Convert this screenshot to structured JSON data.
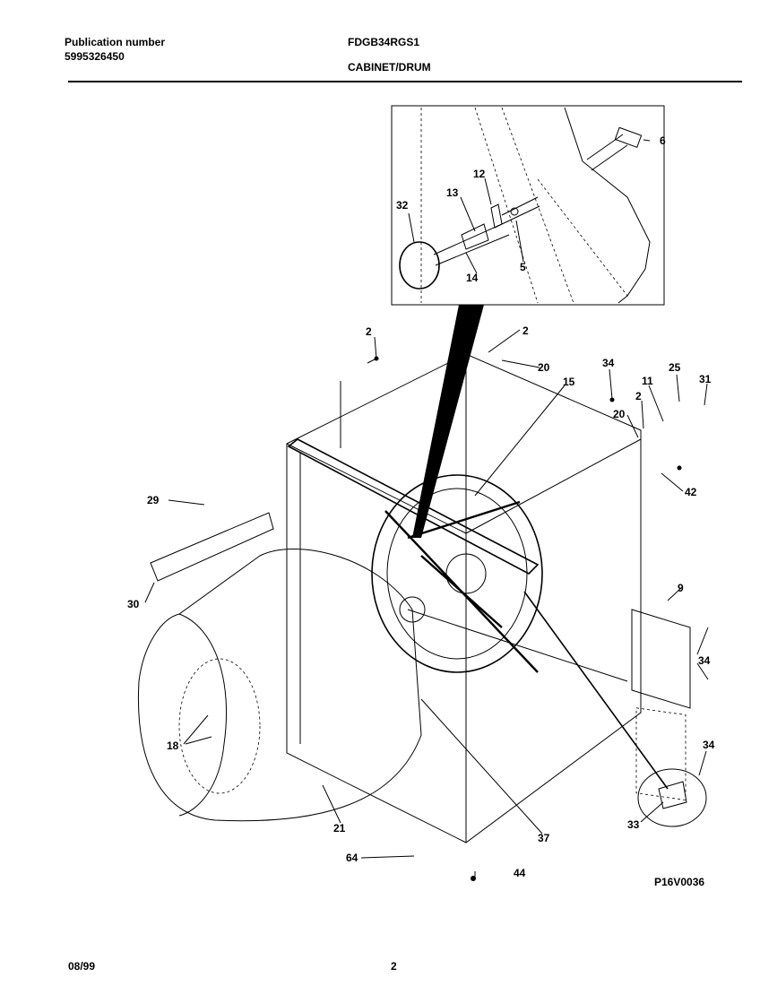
{
  "header": {
    "pub_label": "Publication number",
    "pub_number": "5995326450",
    "model": "FDGB34RGS1",
    "section": "CABINET/DRUM"
  },
  "footer": {
    "date": "08/99",
    "page": "2"
  },
  "diagram": {
    "drawing_code": "P16V0036",
    "callouts": [
      "6",
      "12",
      "13",
      "32",
      "14",
      "5",
      "2",
      "2",
      "20",
      "34",
      "25",
      "31",
      "11",
      "2",
      "20",
      "15",
      "42",
      "29",
      "30",
      "9",
      "34",
      "18",
      "34",
      "21",
      "33",
      "37",
      "64",
      "44"
    ]
  }
}
